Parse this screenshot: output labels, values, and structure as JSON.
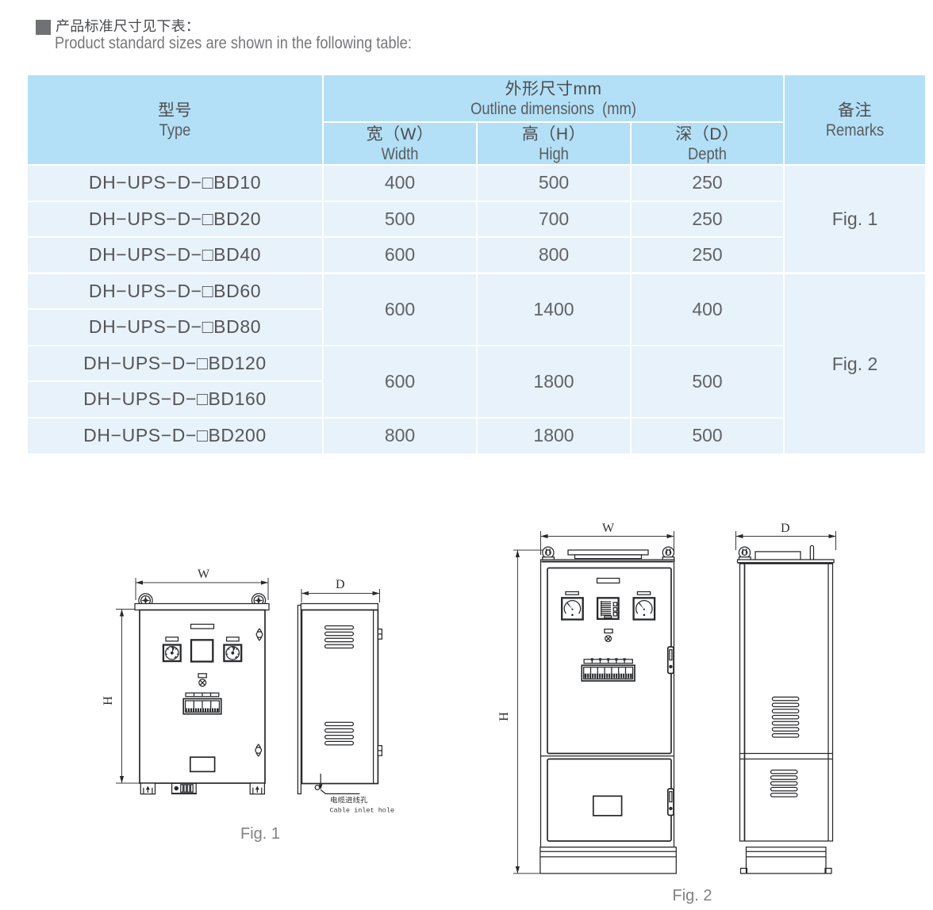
{
  "header": {
    "title_zh": "产品标准尺寸见下表：",
    "title_en": "Product standard sizes are shown in the following table:"
  },
  "colors": {
    "table_header_bg": "#b3e0f6",
    "table_row_bg": "#e7f2fa",
    "table_divider": "#ffffff",
    "accent_bullet": "#707174"
  },
  "table": {
    "header": {
      "type_zh": "型号",
      "type_en": "Type",
      "dims_zh": "外形尺寸mm",
      "dims_en": "Outline dimensions  (mm)",
      "width_zh": "宽（W）",
      "width_en": "Width",
      "high_zh": "高（H）",
      "high_en": "High",
      "depth_zh": "深（D）",
      "depth_en": "Depth",
      "remarks_zh": "备注",
      "remarks_en": "Remarks"
    },
    "rows": [
      {
        "type": "DH−UPS−D−□BD10",
        "w": "400",
        "h": "500",
        "d": "250"
      },
      {
        "type": "DH−UPS−D−□BD20",
        "w": "500",
        "h": "700",
        "d": "250"
      },
      {
        "type": "DH−UPS−D−□BD40",
        "w": "600",
        "h": "800",
        "d": "250"
      },
      {
        "type": "DH−UPS−D−□BD60",
        "w": "600",
        "h": "1400",
        "d": "400"
      },
      {
        "type": "DH−UPS−D−□BD80"
      },
      {
        "type": "DH−UPS−D−□BD120",
        "w": "600",
        "h": "1800",
        "d": "500"
      },
      {
        "type": "DH−UPS−D−□BD160"
      },
      {
        "type": "DH−UPS−D−□BD200",
        "w": "800",
        "h": "1800",
        "d": "500"
      }
    ],
    "remarks": {
      "group1": "Fig. 1",
      "group2": "Fig. 2"
    }
  },
  "figures": {
    "fig1": {
      "caption": "Fig. 1",
      "dim_w": "W",
      "dim_h": "H",
      "dim_d": "D",
      "note_zh": "电缆进线孔",
      "note_en": "Cable inlet hole"
    },
    "fig2": {
      "caption": "Fig. 2",
      "dim_w": "W",
      "dim_h": "H",
      "dim_d": "D"
    }
  }
}
